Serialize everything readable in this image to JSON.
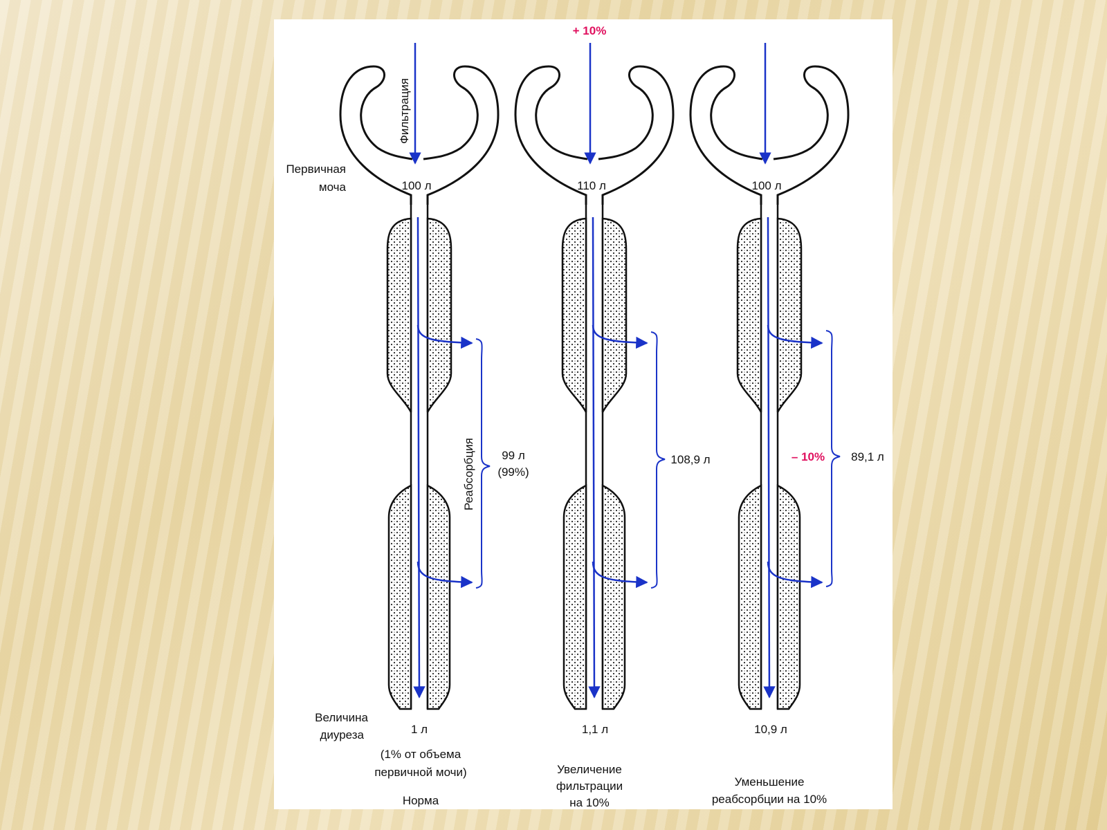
{
  "labels": {
    "filtration": "Фильтрация",
    "primary_urine_1": "Первичная",
    "primary_urine_2": "моча",
    "diuresis_1": "Величина",
    "diuresis_2": "диуреза",
    "reabsorption": "Реабсорбция",
    "note_1": "(1% от объема",
    "note_2": "первичной мочи)"
  },
  "columns": [
    {
      "top_change": "",
      "primary_volume": "100 л",
      "reabsorbed_volume": "99 л",
      "reabsorbed_pct": "(99%)",
      "change_mark": "",
      "output_volume": "1 л",
      "caption": [
        "Норма"
      ]
    },
    {
      "top_change": "+ 10%",
      "primary_volume": "110 л",
      "reabsorbed_volume": "108,9 л",
      "reabsorbed_pct": "",
      "change_mark": "",
      "output_volume": "1,1 л",
      "caption": [
        "Увеличение",
        "фильтрации",
        "на 10%"
      ]
    },
    {
      "top_change": "",
      "primary_volume": "100 л",
      "reabsorbed_volume": "89,1 л",
      "reabsorbed_pct": "",
      "change_mark": "– 10%",
      "output_volume": "10,9 л",
      "caption": [
        "Уменьшение",
        "реабсорбции на 10%"
      ]
    }
  ],
  "colors": {
    "arrow": "#1a33c8",
    "highlight": "#e0115f",
    "outline": "#111111"
  }
}
